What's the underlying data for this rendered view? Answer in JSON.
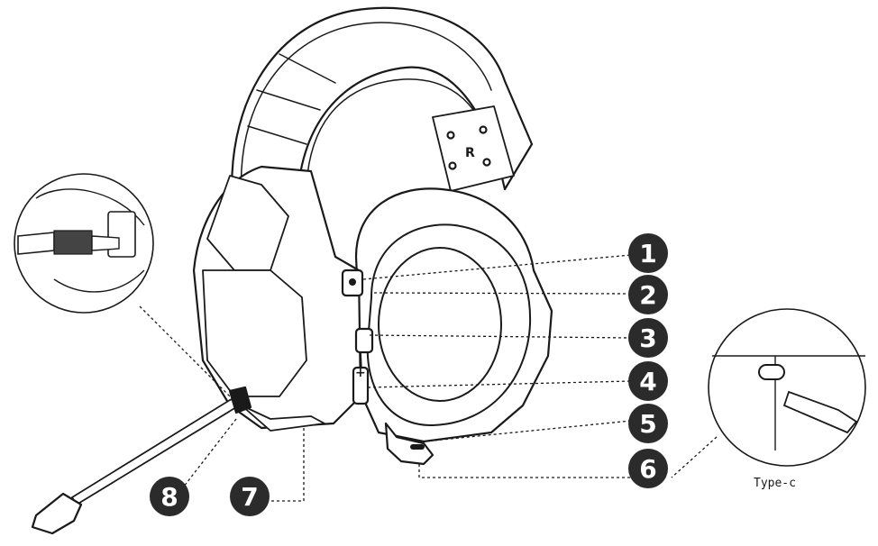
{
  "callouts": [
    {
      "num": "1"
    },
    {
      "num": "2"
    },
    {
      "num": "3"
    },
    {
      "num": "4"
    },
    {
      "num": "5"
    },
    {
      "num": "6"
    },
    {
      "num": "7"
    },
    {
      "num": "8"
    }
  ],
  "earcup_side_label": "R",
  "inset_right_caption": "Type-c",
  "colors": {
    "ink": "#1a1a1a",
    "callout_fill": "#2b2b2b",
    "callout_text": "#ffffff"
  }
}
